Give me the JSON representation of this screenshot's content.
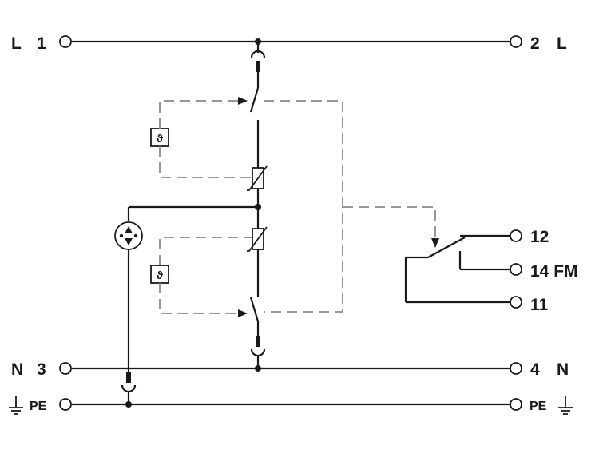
{
  "terminals": {
    "left_L": "L",
    "left_1": "1",
    "right_2": "2",
    "right_L": "L",
    "left_N": "N",
    "left_3": "3",
    "right_4": "4",
    "right_N": "N",
    "left_PE": "PE",
    "right_PE": "PE"
  },
  "contacts": {
    "c12": "12",
    "c14": "14 FM",
    "c11": "11"
  },
  "thermal_symbol": "ϑ",
  "colors": {
    "wire": "#1a1a1a",
    "dashed": "#8a8a8a"
  }
}
